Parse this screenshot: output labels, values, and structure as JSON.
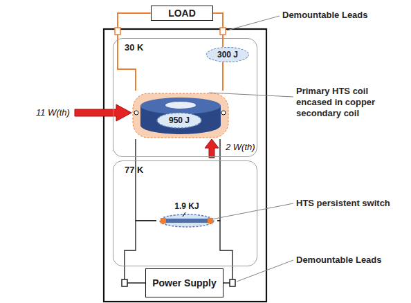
{
  "diagram": {
    "nodes": [
      {
        "text": [
          "LOAD"
        ]
      },
      {
        "text": [
          "30 K"
        ]
      },
      {
        "text": [
          "300 J"
        ],
        "in": 1
      },
      {
        "text": [
          "950 J"
        ],
        "in": 1
      },
      {
        "text": [
          "77 K"
        ]
      },
      {
        "text": [
          "1.9 KJ"
        ],
        "in": 4
      },
      {
        "text": [
          "Power Supply"
        ]
      }
    ],
    "edges": [
      {
        "from": 0,
        "to": 3,
        "arrow": "none"
      },
      {
        "from": 0,
        "to": 2,
        "arrow": "none"
      },
      {
        "from": 2,
        "to": 3,
        "arrow": "none"
      },
      {
        "from": 3,
        "to": 5,
        "arrow": "none"
      },
      {
        "from": 3,
        "to": 5,
        "arrow": "none"
      },
      {
        "from": 5,
        "to": 6,
        "arrow": "none"
      },
      {
        "from": 5,
        "to": 6,
        "arrow": "none"
      }
    ],
    "labels": [
      "Demountable Leads",
      "Primary HTS coil encased in copper secondary coil",
      "HTS persistent switch",
      "Demountable Leads",
      "11 W(th)",
      "2 W(th)"
    ]
  }
}
